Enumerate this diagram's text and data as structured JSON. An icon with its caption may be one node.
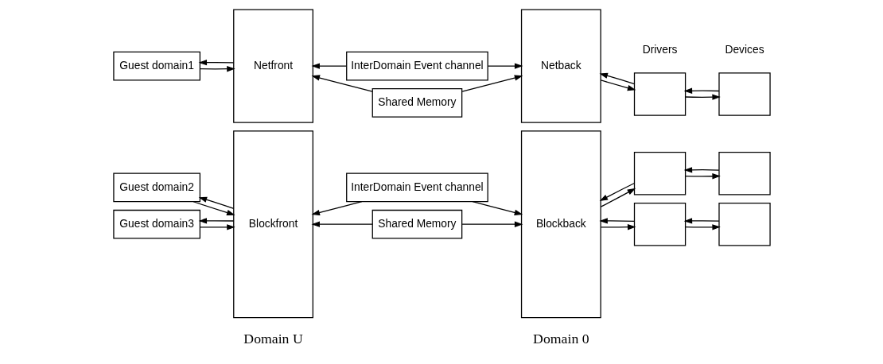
{
  "diagram": {
    "nodes": [
      {
        "text": [
          "Guest domain1"
        ]
      },
      {
        "text": [
          "Guest domain2"
        ]
      },
      {
        "text": [
          "Guest domain3"
        ]
      },
      {
        "text": [
          "Netfront"
        ]
      },
      {
        "text": [
          "Blockfront"
        ]
      },
      {
        "text": [
          "InterDomain Event channel"
        ]
      },
      {
        "text": [
          "Shared Memory"
        ]
      },
      {
        "text": [
          "InterDomain Event channel"
        ]
      },
      {
        "text": [
          "Shared Memory"
        ]
      },
      {
        "text": [
          "Netback"
        ]
      },
      {
        "text": [
          "Blockback"
        ]
      },
      {
        "text": [],
        "shape": "box"
      },
      {
        "text": [],
        "shape": "box"
      },
      {
        "text": [],
        "shape": "box"
      },
      {
        "text": [],
        "shape": "box"
      },
      {
        "text": [],
        "shape": "box"
      },
      {
        "text": [],
        "shape": "box"
      }
    ],
    "edges": [
      {
        "from": 0,
        "to": 3,
        "arrow": "to"
      },
      {
        "from": 3,
        "to": 0,
        "arrow": "to"
      },
      {
        "from": 1,
        "to": 4,
        "arrow": "to"
      },
      {
        "from": 4,
        "to": 1,
        "arrow": "to"
      },
      {
        "from": 2,
        "to": 4,
        "arrow": "to"
      },
      {
        "from": 4,
        "to": 2,
        "arrow": "to"
      },
      {
        "from": 5,
        "to": 3,
        "arrow": "to"
      },
      {
        "from": 5,
        "to": 9,
        "arrow": "to"
      },
      {
        "from": 6,
        "to": 3,
        "arrow": "to"
      },
      {
        "from": 6,
        "to": 9,
        "arrow": "to"
      },
      {
        "from": 7,
        "to": 4,
        "arrow": "to"
      },
      {
        "from": 7,
        "to": 10,
        "arrow": "to"
      },
      {
        "from": 8,
        "to": 4,
        "arrow": "to"
      },
      {
        "from": 8,
        "to": 10,
        "arrow": "to"
      },
      {
        "from": 9,
        "to": 11,
        "arrow": "to"
      },
      {
        "from": 11,
        "to": 9,
        "arrow": "to"
      },
      {
        "from": 10,
        "to": 12,
        "arrow": "to"
      },
      {
        "from": 12,
        "to": 10,
        "arrow": "to"
      },
      {
        "from": 10,
        "to": 13,
        "arrow": "to"
      },
      {
        "from": 13,
        "to": 10,
        "arrow": "to"
      },
      {
        "from": 11,
        "to": 14,
        "arrow": "to"
      },
      {
        "from": 14,
        "to": 11,
        "arrow": "to"
      },
      {
        "from": 12,
        "to": 15,
        "arrow": "to"
      },
      {
        "from": 15,
        "to": 12,
        "arrow": "to"
      },
      {
        "from": 13,
        "to": 16,
        "arrow": "to"
      },
      {
        "from": 16,
        "to": 13,
        "arrow": "to"
      }
    ],
    "labels": [
      "Drivers",
      "Devices",
      "Domain U",
      "Domain 0"
    ]
  }
}
